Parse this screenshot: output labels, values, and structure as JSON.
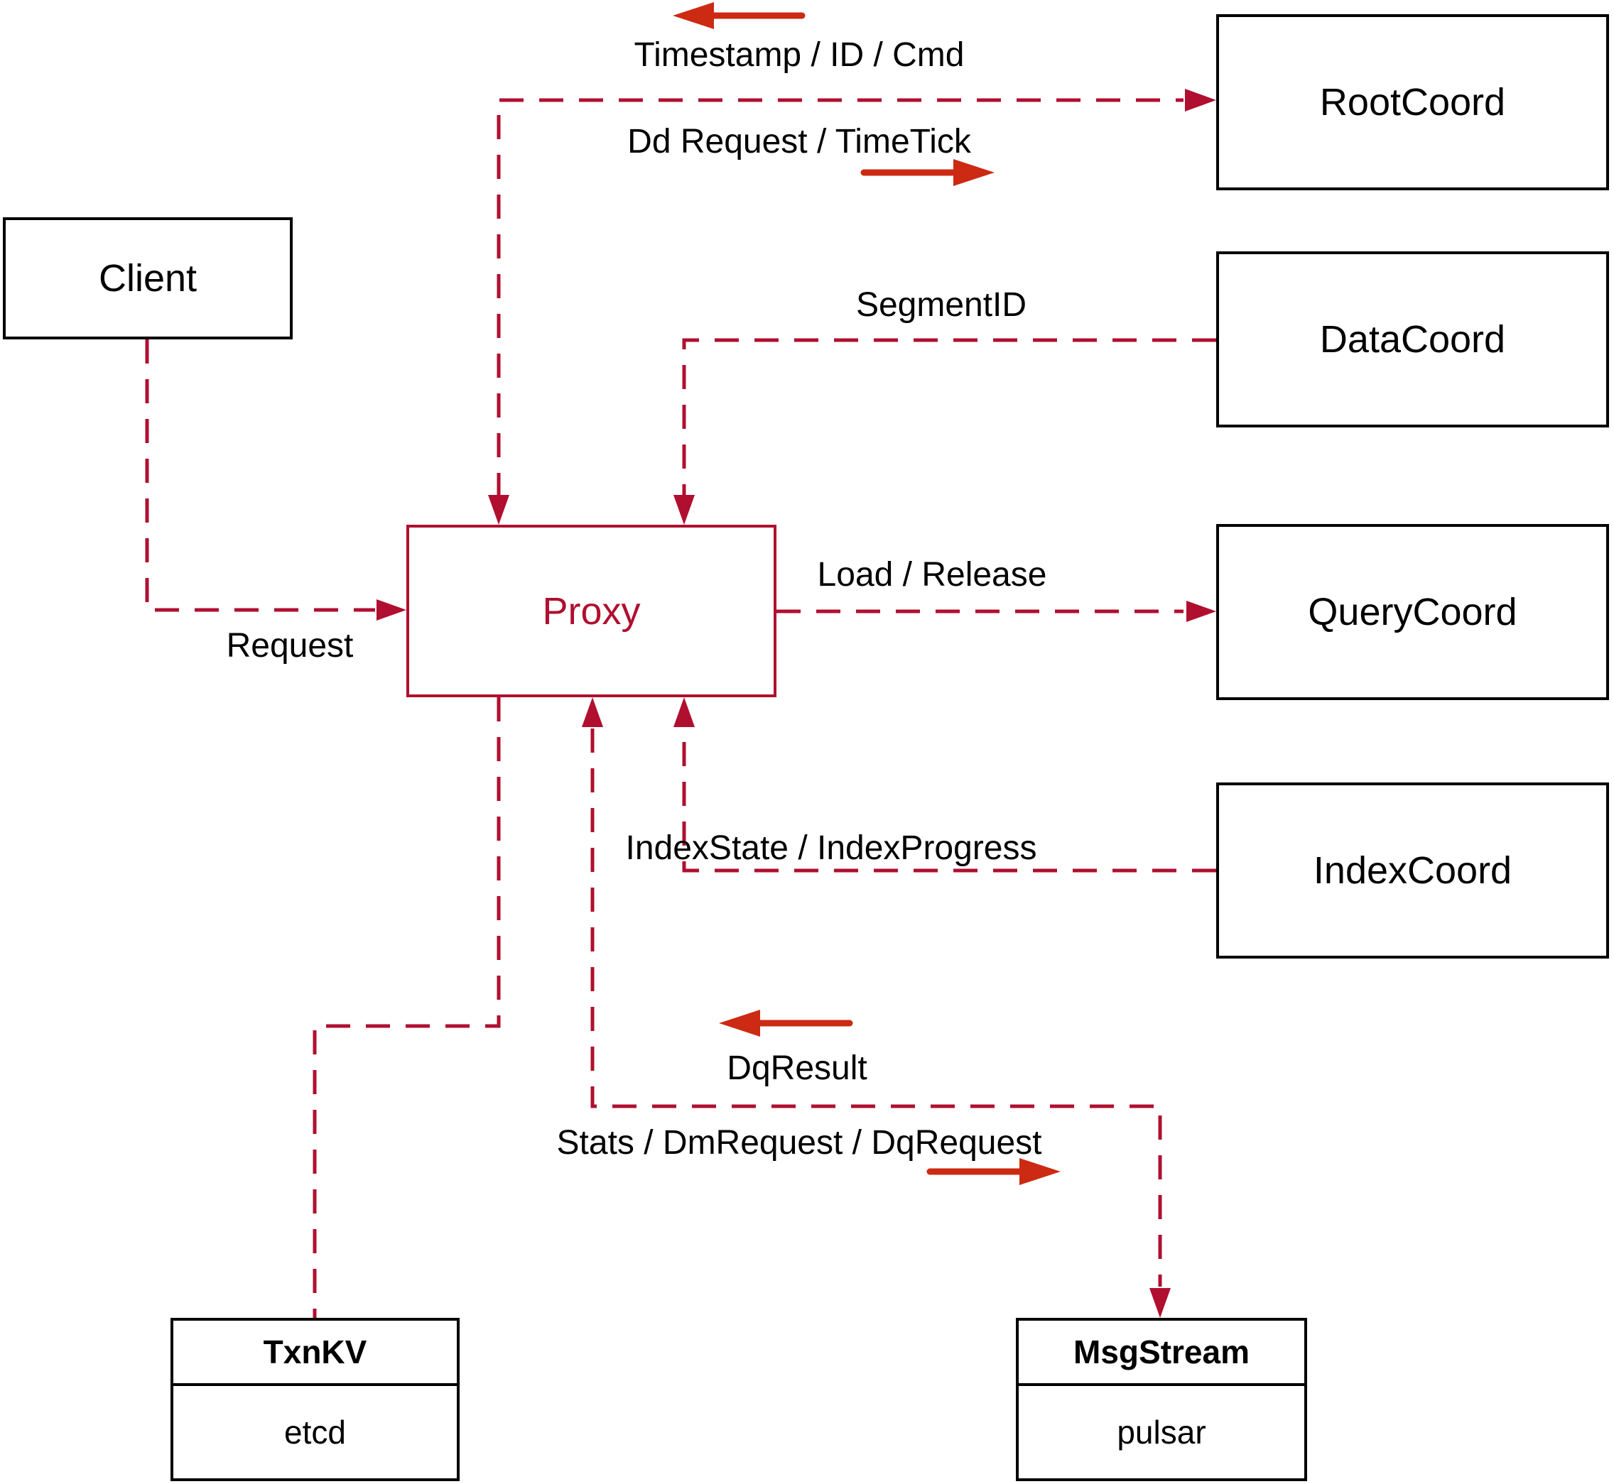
{
  "nodes": {
    "client": {
      "label": "Client"
    },
    "rootcoord": {
      "label": "RootCoord"
    },
    "datacoord": {
      "label": "DataCoord"
    },
    "querycoord": {
      "label": "QueryCoord"
    },
    "indexcoord": {
      "label": "IndexCoord"
    },
    "proxy": {
      "label": "Proxy"
    },
    "txnkv": {
      "title": "TxnKV",
      "impl": "etcd"
    },
    "msgstream": {
      "title": "MsgStream",
      "impl": "pulsar"
    }
  },
  "edges": {
    "client_proxy": {
      "label": "Request"
    },
    "proxy_rootcoord": {
      "label_return": "Timestamp / ID / Cmd",
      "label_send": "Dd Request / TimeTick"
    },
    "datacoord_proxy": {
      "label": "SegmentID"
    },
    "proxy_querycoord": {
      "label": "Load / Release"
    },
    "indexcoord_proxy": {
      "label": "IndexState / IndexProgress"
    },
    "proxy_msgstream": {
      "label_return": "DqResult",
      "label_send": "Stats / DmRequest / DqRequest"
    }
  },
  "colors": {
    "dashed_red": "#b00f2f",
    "solid_arrow_red": "#cc2a12",
    "node_border": "#000000"
  }
}
